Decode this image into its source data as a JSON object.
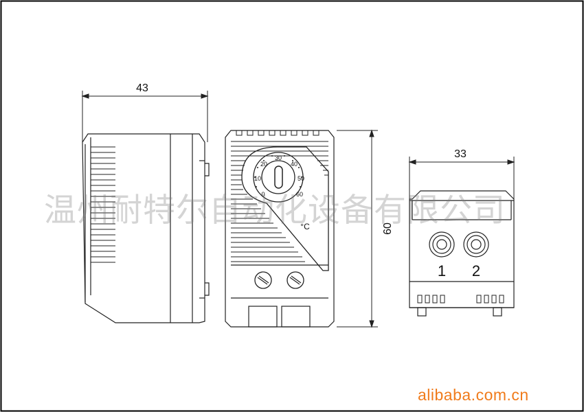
{
  "dimensions": {
    "side_width": "43",
    "height": "60",
    "back_width": "33"
  },
  "dial": {
    "scale": [
      "0",
      "10",
      "20",
      "30",
      "40",
      "50",
      "60"
    ],
    "unit": "°C"
  },
  "terminals": [
    "1",
    "2"
  ],
  "watermark": "温州耐特尔自动化设备有限公司",
  "brand": "alibaba.com.cn",
  "colors": {
    "line": "#222222",
    "brand": "#f07b1b"
  }
}
